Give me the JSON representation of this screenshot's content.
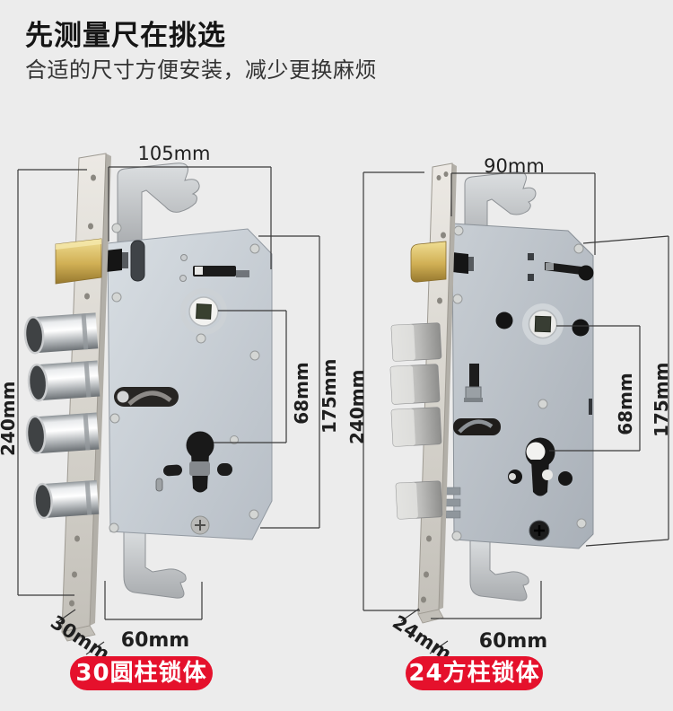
{
  "header": {
    "title": "先测量尺在挑选",
    "subtitle": "合适的尺寸方便安装，减少更换麻烦"
  },
  "colors": {
    "background": "#ececec",
    "badge_red": "#e5112c",
    "dimension_line": "#3a3a3a",
    "brass": "#d1b055",
    "body_metal": "#c4cbd2"
  },
  "left_lock": {
    "badge": "30圆柱锁体",
    "type": "round-cylinder-bolts",
    "dims": {
      "top_width": "105mm",
      "total_height": "240mm",
      "hub_to_keyhole": "68mm",
      "body_height": "175mm",
      "edge_width": "30mm",
      "backset": "60mm"
    }
  },
  "right_lock": {
    "badge": "24方柱锁体",
    "type": "square-column-bolts",
    "dims": {
      "top_width": "90mm",
      "total_height": "240mm",
      "hub_to_keyhole": "68mm",
      "body_height": "175mm",
      "edge_width": "24mm",
      "backset": "60mm"
    }
  }
}
